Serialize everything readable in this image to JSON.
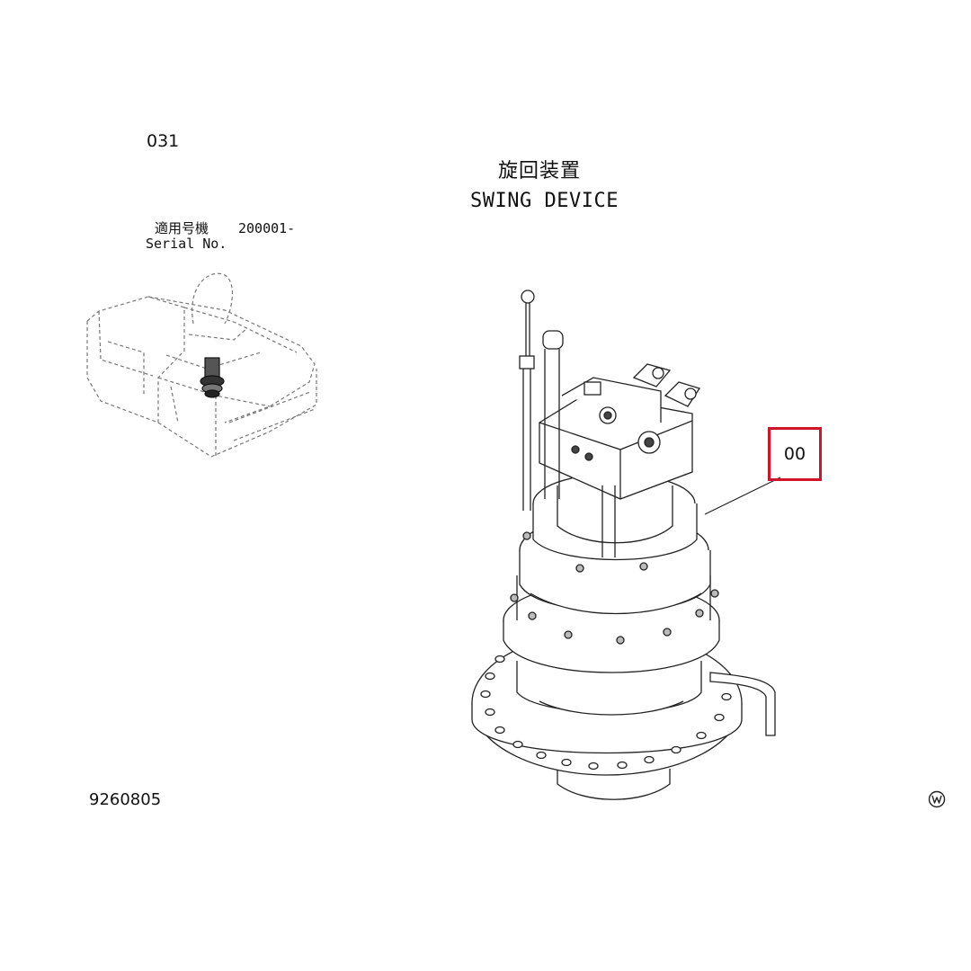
{
  "header": {
    "page_number": "031",
    "title_jp": "旋回装置",
    "title_en": "SWING DEVICE"
  },
  "applicability": {
    "label_jp": "適用号機",
    "serial_from": "200001-",
    "label_en": "Serial No."
  },
  "callout": {
    "part_ref": "00",
    "highlight_color": "#d0142c"
  },
  "footer": {
    "document_number": "9260805",
    "logo_icon": "circled-w-logo"
  }
}
